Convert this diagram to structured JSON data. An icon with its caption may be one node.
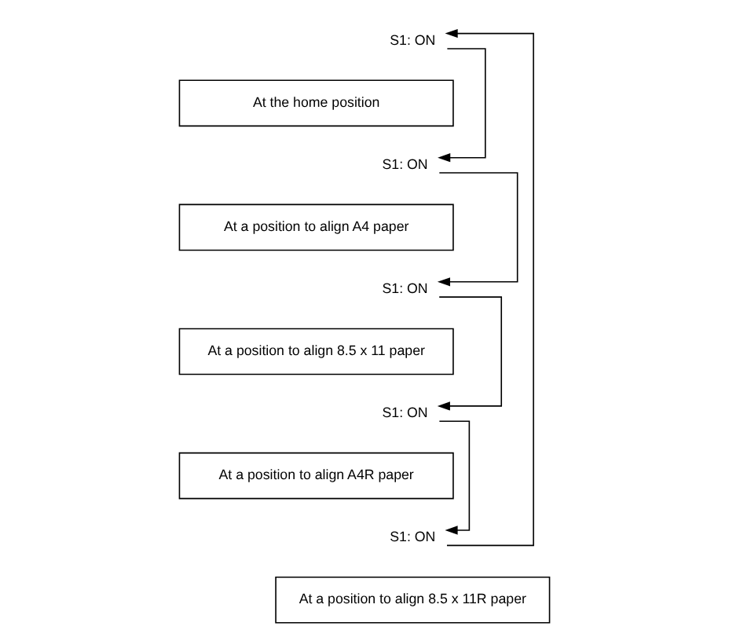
{
  "diagram": {
    "nodes": [
      {
        "text": [
          "S1: ON"
        ]
      },
      {
        "text": [
          "At the home position"
        ]
      },
      {
        "text": [
          "S1: ON"
        ]
      },
      {
        "text": [
          "At a position to align A4 paper"
        ]
      },
      {
        "text": [
          "S1: ON"
        ]
      },
      {
        "text": [
          "At a position to align 8.5 x 11 paper"
        ]
      },
      {
        "text": [
          "S1: ON"
        ]
      },
      {
        "text": [
          "At a position to align A4R paper"
        ]
      },
      {
        "text": [
          "S1: ON"
        ]
      },
      {
        "text": [
          "At a position to align 8.5 x 11R paper"
        ]
      }
    ],
    "edges": [
      {
        "from": 0,
        "to": 2,
        "arrow": "to"
      },
      {
        "from": 2,
        "to": 4,
        "arrow": "to"
      },
      {
        "from": 4,
        "to": 6,
        "arrow": "to"
      },
      {
        "from": 6,
        "to": 8,
        "arrow": "to"
      },
      {
        "from": 8,
        "to": 0,
        "arrow": "to"
      }
    ]
  }
}
